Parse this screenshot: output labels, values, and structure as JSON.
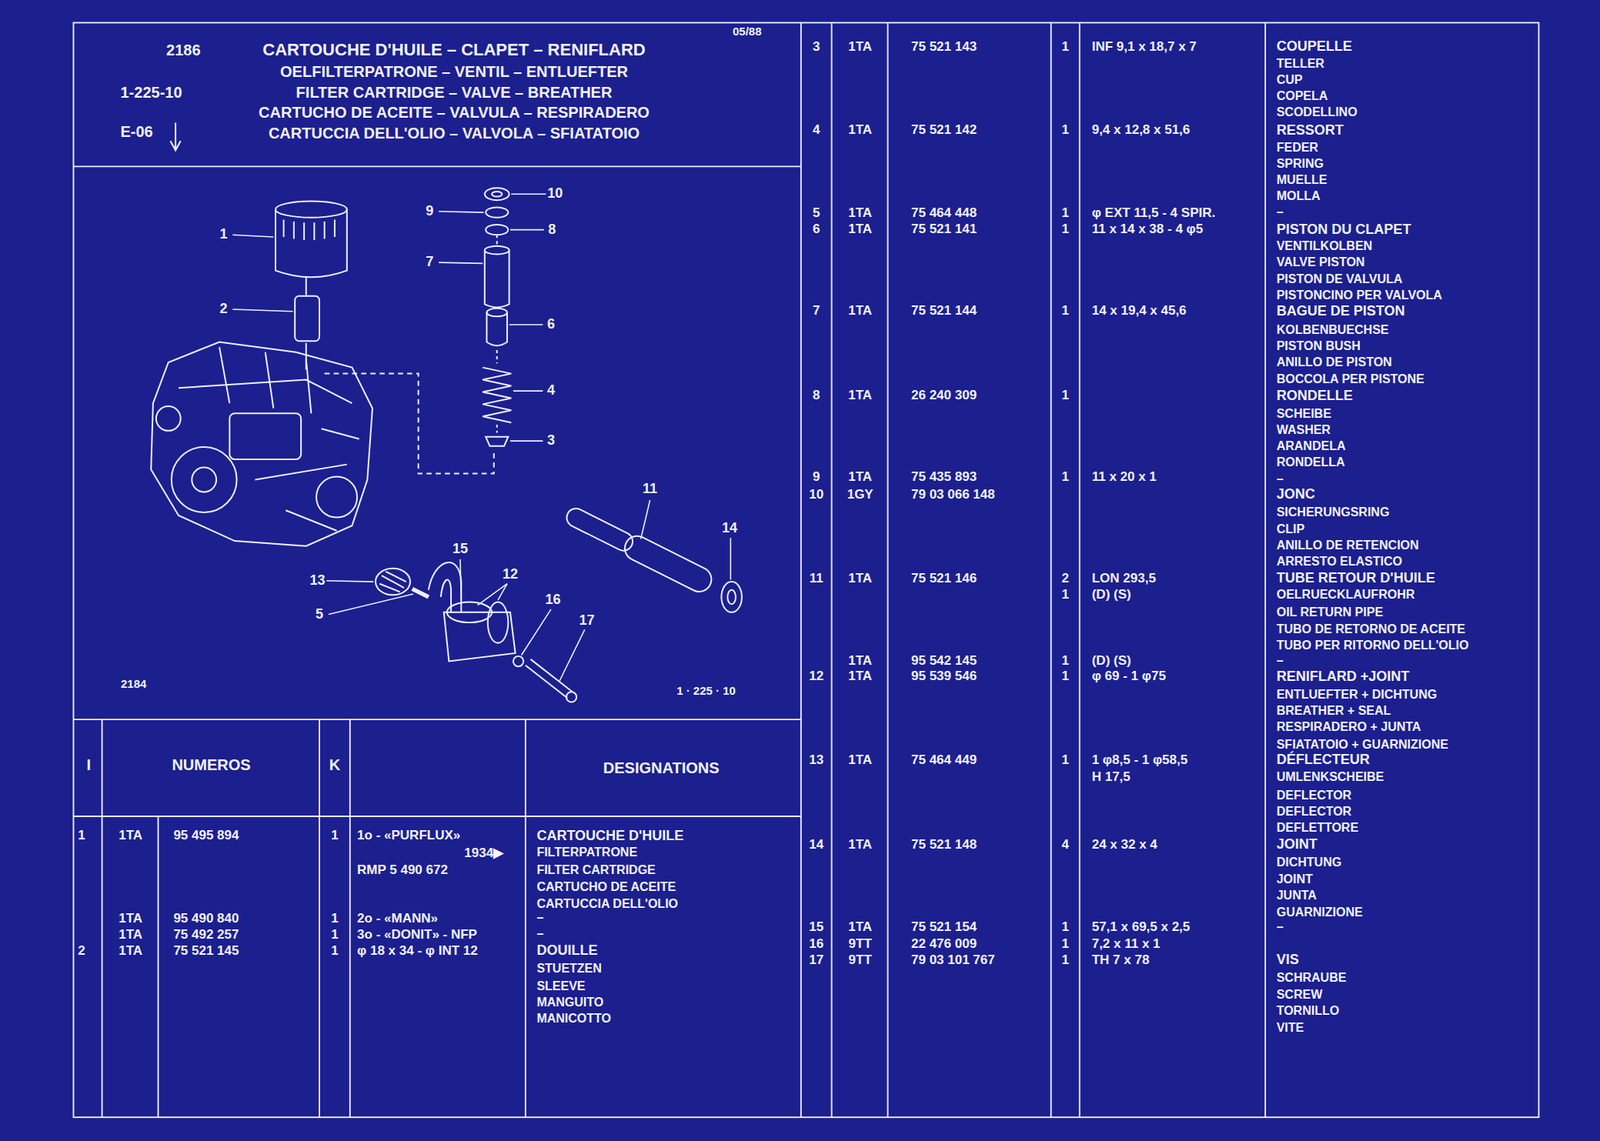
{
  "diagram": {
    "title": "CARTOUCHE D'HUILE – CLAPET – RENIFLARD",
    "labels": [
      "2186",
      "OELFILTERPATRONE – VENTIL – ENTLUEFTER",
      "FILTER CARTRIDGE – VALVE – BREATHER",
      "CARTUCHO DE ACEITE – VALVULA – RESPIRADERO",
      "CARTUCCIA DELL'OLIO – VALVOLA – SFIATATOIO",
      "1-225-10",
      "E-06",
      "05/88",
      "1",
      "2",
      "3",
      "4",
      "5",
      "6",
      "7",
      "8",
      "9",
      "10",
      "11",
      "12",
      "13",
      "14",
      "15",
      "16",
      "17",
      "2184",
      "1 · 225 · 10",
      "I",
      "NUMEROS",
      "K",
      "DESIGNATIONS",
      "1",
      "1TA",
      "95 495 894",
      "1",
      "1o - «PURFLUX»",
      "CARTOUCHE D'HUILE",
      "1934▶",
      "FILTERPATRONE",
      "RMP 5 490 672",
      "FILTER CARTRIDGE",
      "CARTUCHO DE ACEITE",
      "CARTUCCIA DELL'OLIO",
      "1TA",
      "95 490 840",
      "1",
      "2o - «MANN»",
      "–",
      "1TA",
      "75 492 257",
      "1",
      "3o - «DONIT» - NFP",
      "–",
      "2",
      "1TA",
      "75 521 145",
      "1",
      "φ 18 x 34 - φ INT 12",
      "DOUILLE",
      "STUETZEN",
      "SLEEVE",
      "MANGUITO",
      "MANICOTTO",
      "3",
      "1TA",
      "75 521 143",
      "1",
      "INF 9,1 x 18,7 x 7",
      "COUPELLE",
      "TELLER",
      "CUP",
      "COPELA",
      "SCODELLINO",
      "4",
      "1TA",
      "75 521 142",
      "1",
      "9,4 x 12,8 x 51,6",
      "RESSORT",
      "FEDER",
      "SPRING",
      "MUELLE",
      "MOLLA",
      "5",
      "1TA",
      "75 464 448",
      "1",
      "φ EXT 11,5 - 4 SPIR.",
      "–",
      "6",
      "1TA",
      "75 521 141",
      "1",
      "11 x 14 x 38 - 4 φ5",
      "PISTON DU CLAPET",
      "VENTILKOLBEN",
      "VALVE PISTON",
      "PISTON DE VALVULA",
      "PISTONCINO PER VALVOLA",
      "7",
      "1TA",
      "75 521 144",
      "1",
      "14 x 19,4 x 45,6",
      "BAGUE DE PISTON",
      "KOLBENBUECHSE",
      "PISTON BUSH",
      "ANILLO DE PISTON",
      "BOCCOLA PER PISTONE",
      "8",
      "1TA",
      "26 240 309",
      "1",
      "RONDELLE",
      "SCHEIBE",
      "WASHER",
      "ARANDELA",
      "RONDELLA",
      "–",
      "9",
      "1TA",
      "75 435 893",
      "1",
      "11 x 20 x 1",
      "10",
      "1GY",
      "79 03 066 148",
      "JONC",
      "SICHERUNGSRING",
      "CLIP",
      "ANILLO DE RETENCION",
      "ARRESTO ELASTICO",
      "11",
      "1TA",
      "75 521 146",
      "2",
      "LON 293,5",
      "TUBE RETOUR D'HUILE",
      "1",
      "(D) (S)",
      "OELRUECKLAUFROHR",
      "OIL RETURN PIPE",
      "TUBO DE RETORNO DE ACEITE",
      "TUBO PER RITORNO DELL'OLIO",
      "1TA",
      "95 542 145",
      "1",
      "(D) (S)",
      "–",
      "12",
      "1TA",
      "95 539 546",
      "1",
      "φ 69 - 1 φ75",
      "RENIFLARD +JOINT",
      "ENTLUEFTER + DICHTUNG",
      "BREATHER + SEAL",
      "RESPIRADERO + JUNTA",
      "SFIATATOIO + GUARNIZIONE",
      "13",
      "1TA",
      "75 464 449",
      "1",
      "1 φ8,5 - 1 φ58,5",
      "DÉFLECTEUR",
      "H 17,5",
      "UMLENKSCHEIBE",
      "DEFLECTOR",
      "DEFLECTOR",
      "DEFLETTORE",
      "14",
      "1TA",
      "75 521 148",
      "4",
      "24 x 32 x 4",
      "JOINT",
      "DICHTUNG",
      "JOINT",
      "JUNTA",
      "GUARNIZIONE",
      "15",
      "1TA",
      "75 521 154",
      "1",
      "57,1 x 69,5 x 2,5",
      "–",
      "16",
      "9TT",
      "22 476 009",
      "1",
      "7,2 x 11 x 1",
      "17",
      "9TT",
      "79 03 101 767",
      "1",
      "TH 7 x 78",
      "VIS",
      "SCHRAUBE",
      "SCREW",
      "TORNILLO",
      "VITE"
    ]
  }
}
